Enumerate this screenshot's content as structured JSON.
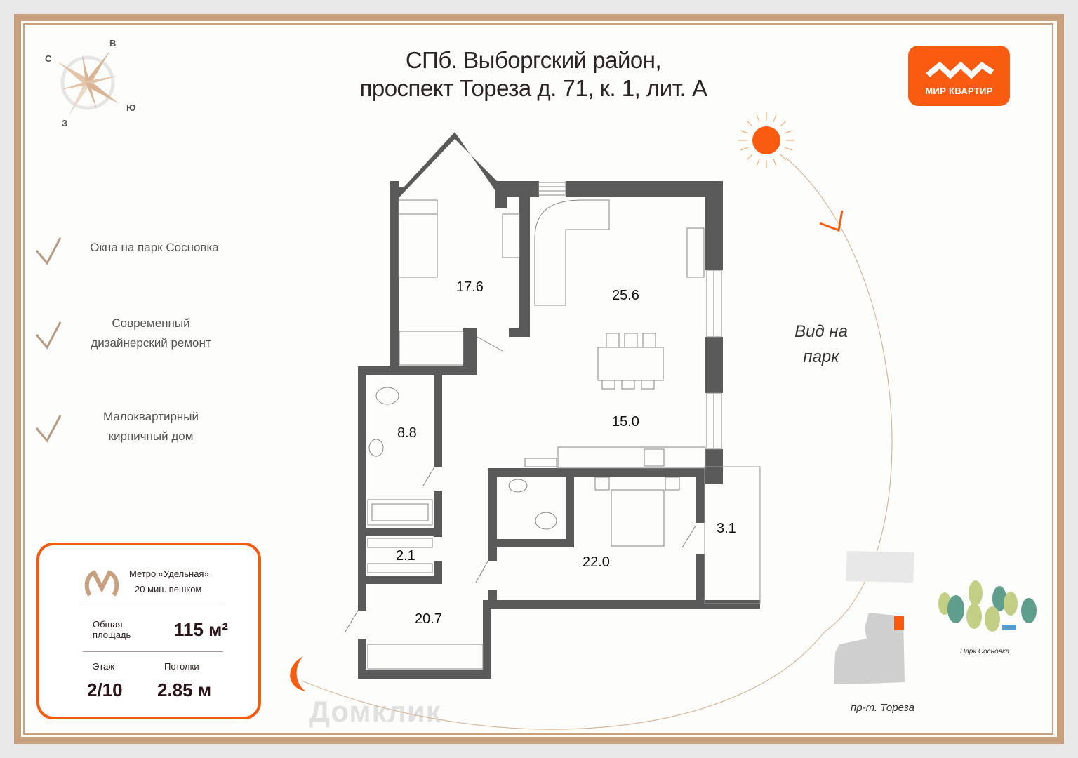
{
  "header": {
    "line1": "СПб. Выборгский район,",
    "line2": "проспект Тореза д. 71, к. 1, лит. А"
  },
  "logo": {
    "text": "МИР КВАРТИР"
  },
  "compass": {
    "n": "С",
    "e": "В",
    "s": "Ю",
    "w": "З"
  },
  "features": [
    {
      "label": "Окна на парк Сосновка"
    },
    {
      "label": "Современный дизайнерский ремонт"
    },
    {
      "label": "Малоквартирный кирпичный дом"
    }
  ],
  "info": {
    "metro": "Метро «Удельная»",
    "metro_time": "20 мин. пешком",
    "area_label": "Общая площадь",
    "area_value": "115 м²",
    "floor_label": "Этаж",
    "floor_value": "2/10",
    "ceiling_label": "Потолки",
    "ceiling_value": "2.85 м"
  },
  "watermark": "Домклик",
  "rooms": [
    "17.6",
    "25.6",
    "15.0",
    "8.8",
    "2.1",
    "20.7",
    "22.0",
    "3.1"
  ],
  "view_label": "Вид на парк",
  "map": {
    "park": "Парк Сосновка",
    "street": "пр-т. Тореза"
  },
  "colors": {
    "accent": "#f95c10",
    "frame": "#c9a07e",
    "wall": "#5a5a5a"
  }
}
